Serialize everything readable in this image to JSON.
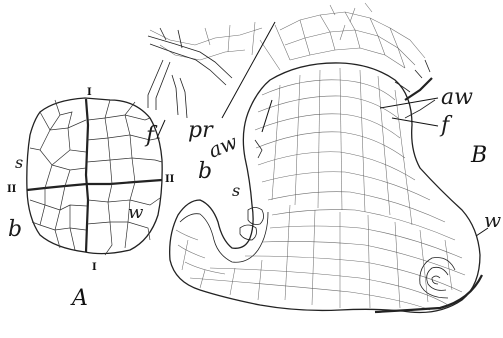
{
  "figure": {
    "panel_A": {
      "caption": "A",
      "labels": {
        "top_roman": "I",
        "bottom_roman": "I",
        "left_roman": "II",
        "right_roman": "II",
        "s": "s",
        "b": "b",
        "w": "w"
      }
    },
    "panel_B": {
      "caption": "B",
      "labels": {
        "f_left": "f",
        "pr": "pr",
        "aw_left": "aw",
        "aw_right": "aw",
        "f_right": "f",
        "b": "b",
        "s": "s",
        "w": "w"
      }
    }
  }
}
